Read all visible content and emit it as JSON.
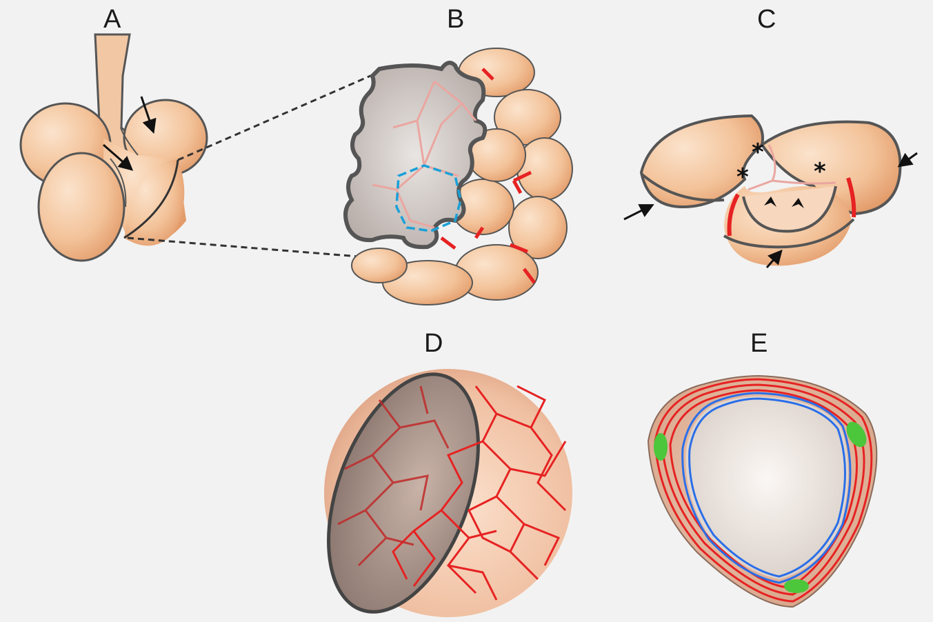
{
  "figure": {
    "background": "#f2f2f2",
    "colors": {
      "tissue": "#f3c39a",
      "tissue_dark": "#e8a77a",
      "outline": "#555555",
      "capillary": "#e62222",
      "septum_light": "#eaa6a0",
      "cell_boundary": "#1aa0d8",
      "epithelium": "#2a6ee8",
      "nucleus": "#4cc63a",
      "lumen": "#c8c0bc"
    },
    "panels": [
      {
        "id": "A",
        "label": "A"
      },
      {
        "id": "B",
        "label": "B"
      },
      {
        "id": "C",
        "label": "C"
      },
      {
        "id": "D",
        "label": "D"
      },
      {
        "id": "E",
        "label": "E"
      }
    ],
    "markers": {
      "asterisk": "*",
      "arrow": "arrow-icon",
      "arrowhead": "arrowhead-icon"
    }
  }
}
